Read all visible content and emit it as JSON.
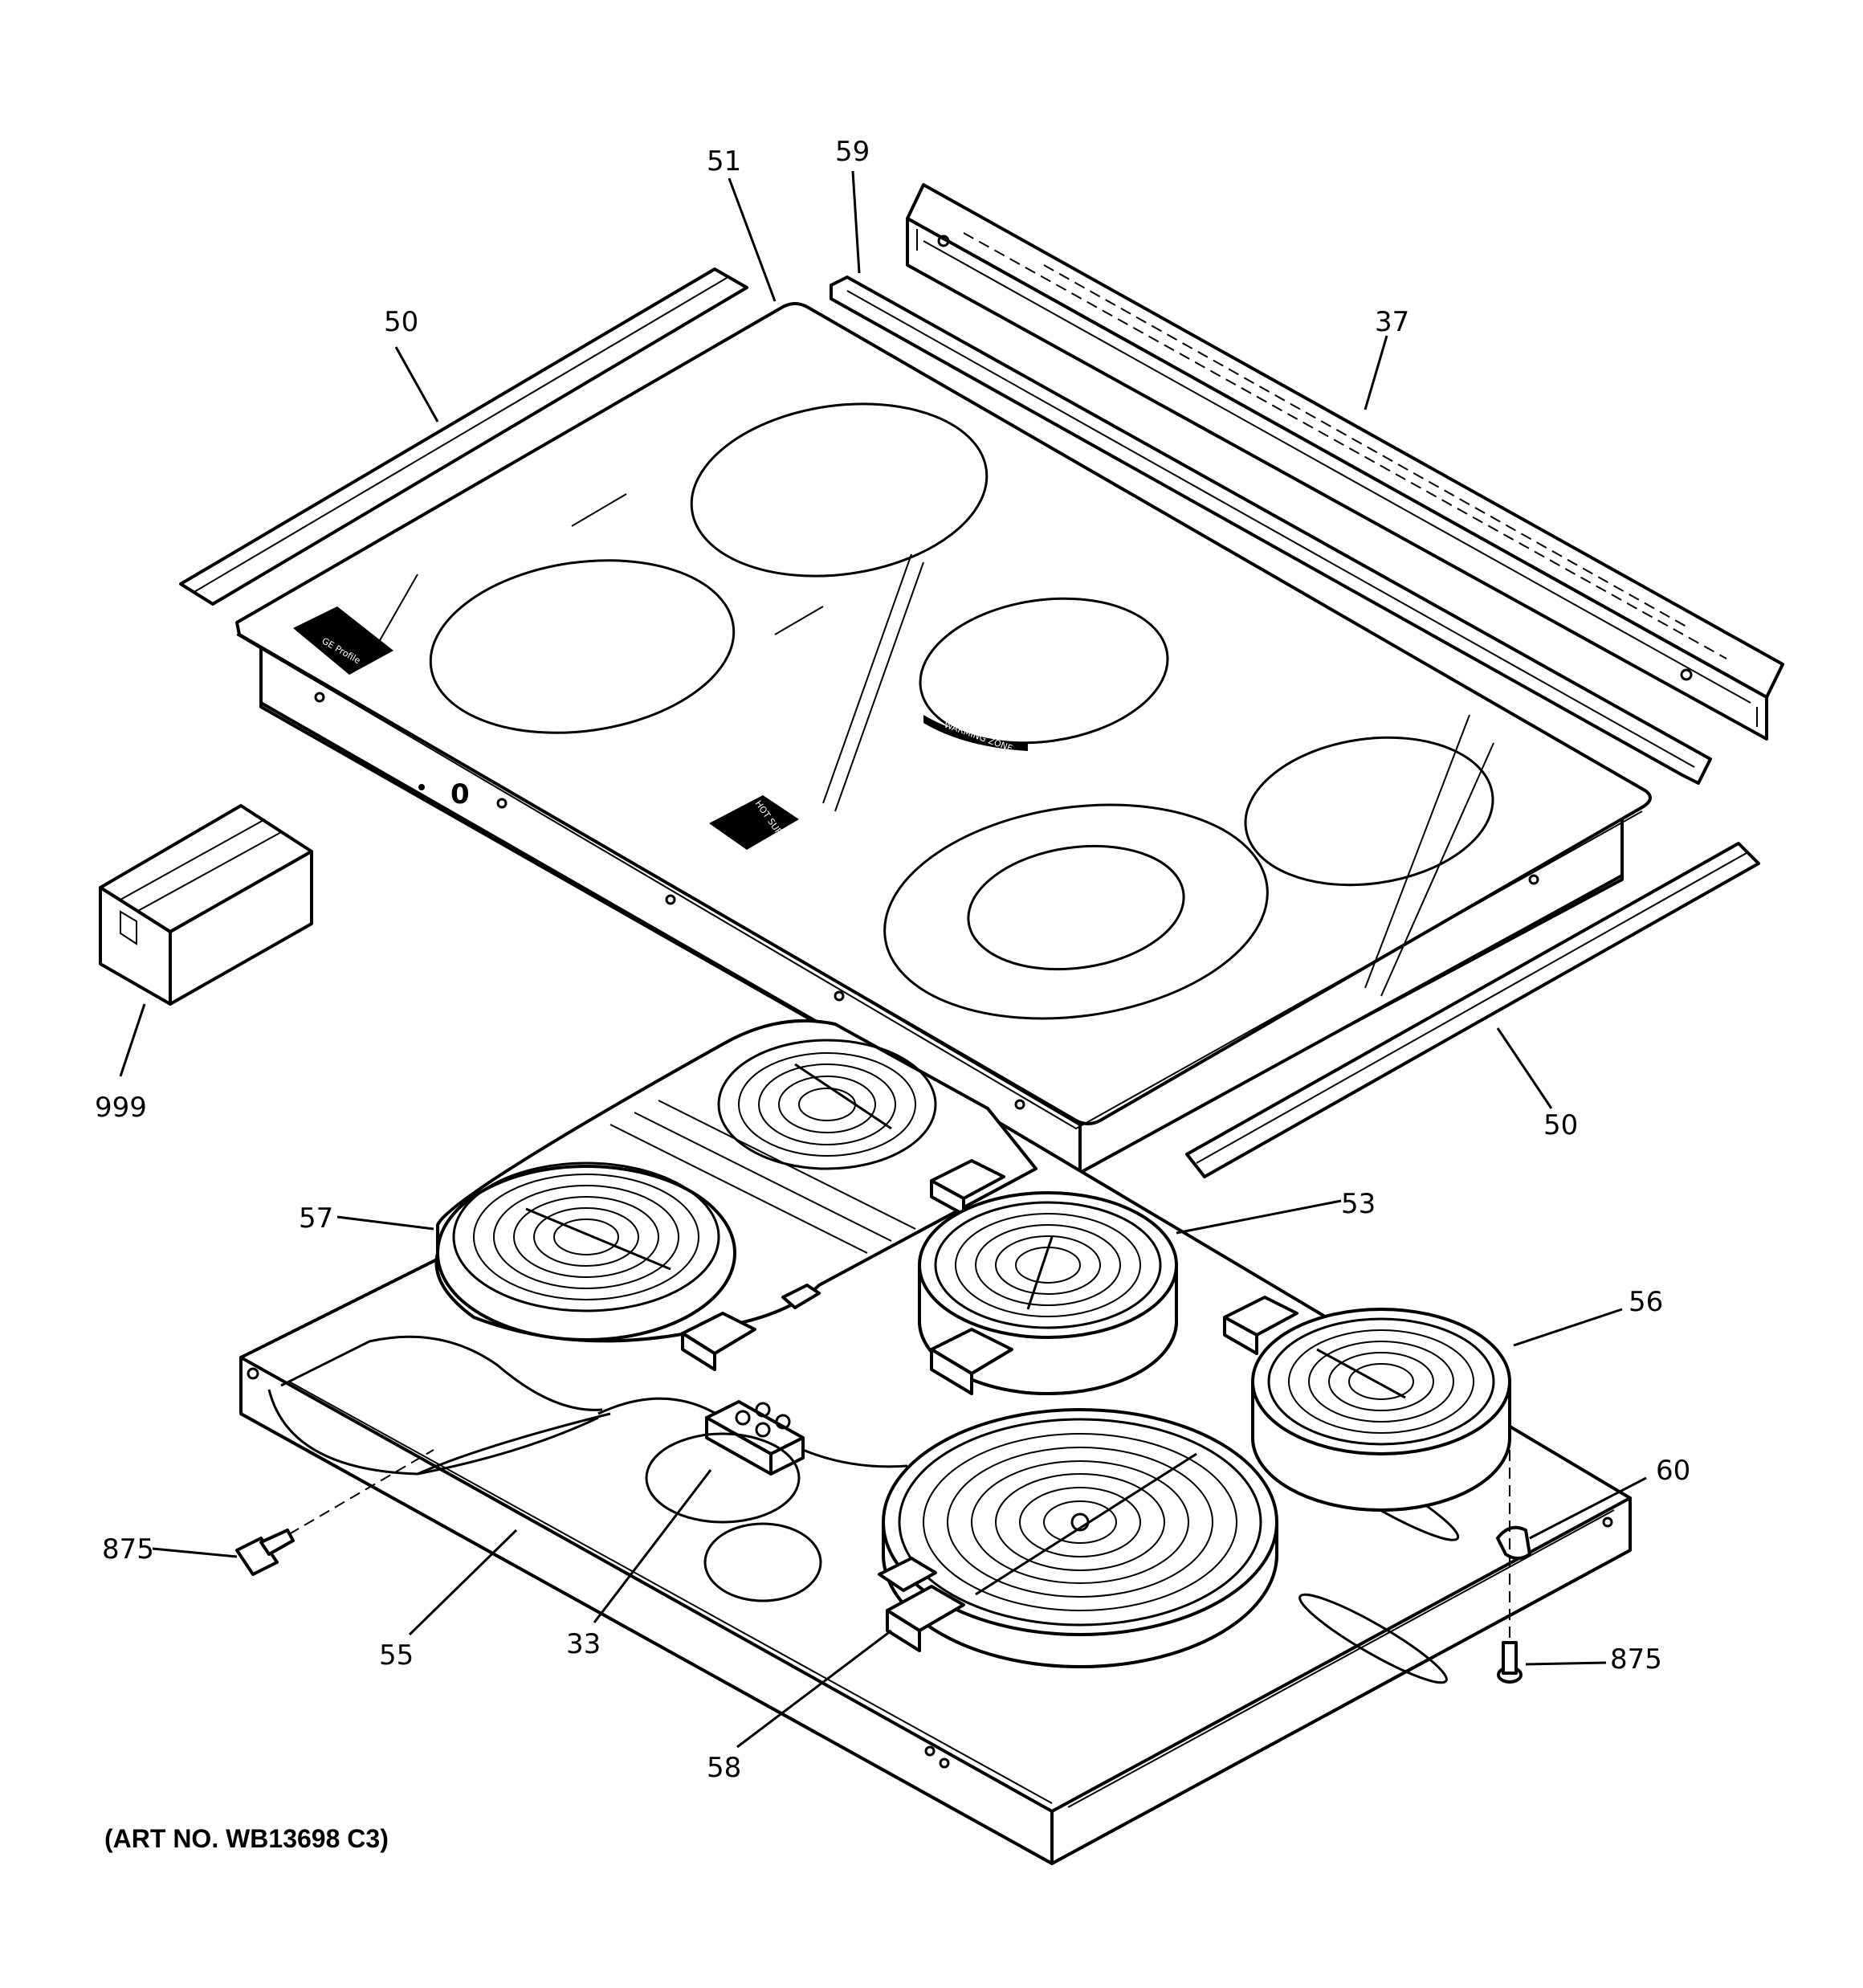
{
  "diagram": {
    "art_number": "(ART NO. WB13698 C3)",
    "callouts": {
      "c50_left": "50",
      "c51": "51",
      "c59": "59",
      "c37": "37",
      "c999": "999",
      "c50_right": "50",
      "c57": "57",
      "c53": "53",
      "c56": "56",
      "c60": "60",
      "c875_left": "875",
      "c875_right": "875",
      "c55": "55",
      "c33": "33",
      "c58": "58"
    },
    "labels": {
      "logo": "GE Profile",
      "hot_surface": "HOT SURFACE",
      "warming_zone": "WARMING ZONE",
      "control_mark": "0"
    }
  }
}
